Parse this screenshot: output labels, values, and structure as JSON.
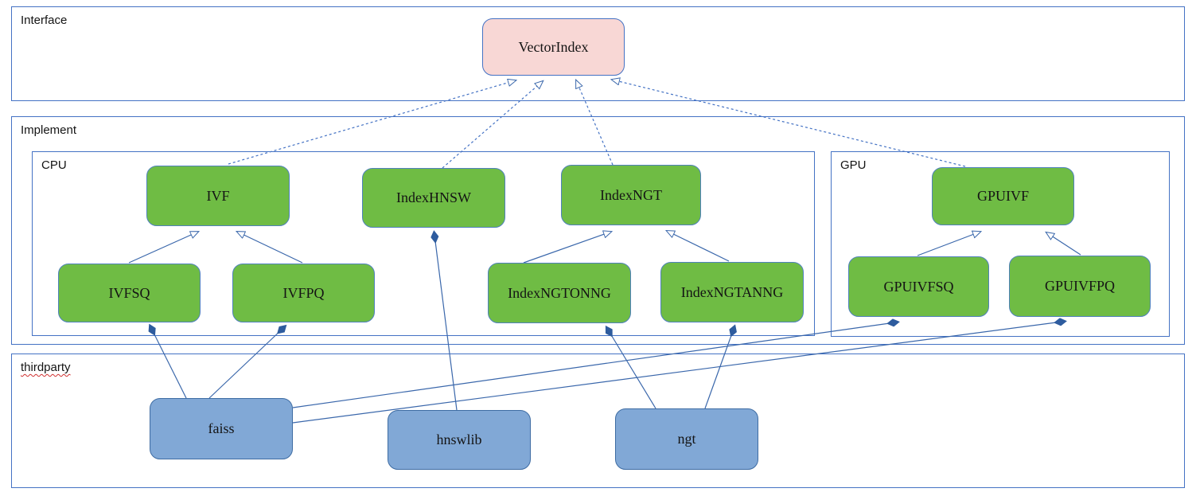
{
  "diagram": {
    "title_none": "",
    "sections": {
      "interface": {
        "label": "Interface"
      },
      "implement": {
        "label": "Implement"
      },
      "cpu": {
        "label": "CPU"
      },
      "gpu": {
        "label": "GPU"
      },
      "thirdparty": {
        "label": "thirdparty"
      }
    },
    "nodes": {
      "vectorindex": {
        "label": "VectorIndex",
        "kind": "interface"
      },
      "ivf": {
        "label": "IVF",
        "kind": "implement-cpu"
      },
      "indexhnsw": {
        "label": "IndexHNSW",
        "kind": "implement-cpu"
      },
      "indexngt": {
        "label": "IndexNGT",
        "kind": "implement-cpu"
      },
      "ivfsq": {
        "label": "IVFSQ",
        "kind": "implement-cpu"
      },
      "ivfpq": {
        "label": "IVFPQ",
        "kind": "implement-cpu"
      },
      "indexngtonng": {
        "label": "IndexNGTONNG",
        "kind": "implement-cpu"
      },
      "indexngtanng": {
        "label": "IndexNGTANNG",
        "kind": "implement-cpu"
      },
      "gpuivf": {
        "label": "GPUIVF",
        "kind": "implement-gpu"
      },
      "gpuivfsq": {
        "label": "GPUIVFSQ",
        "kind": "implement-gpu"
      },
      "gpuivfpq": {
        "label": "GPUIVFPQ",
        "kind": "implement-gpu"
      },
      "faiss": {
        "label": "faiss",
        "kind": "thirdparty"
      },
      "hnswlib": {
        "label": "hnswlib",
        "kind": "thirdparty"
      },
      "ngt": {
        "label": "ngt",
        "kind": "thirdparty"
      }
    },
    "edges": [
      {
        "from": "IVF",
        "to": "VectorIndex",
        "type": "realization-dashed-hollow-arrow"
      },
      {
        "from": "IndexHNSW",
        "to": "VectorIndex",
        "type": "realization-dashed-hollow-arrow"
      },
      {
        "from": "IndexNGT",
        "to": "VectorIndex",
        "type": "realization-dashed-hollow-arrow"
      },
      {
        "from": "GPUIVF",
        "to": "VectorIndex",
        "type": "realization-dashed-hollow-arrow"
      },
      {
        "from": "IVFSQ",
        "to": "IVF",
        "type": "generalization-hollow-arrow"
      },
      {
        "from": "IVFPQ",
        "to": "IVF",
        "type": "generalization-hollow-arrow"
      },
      {
        "from": "IndexNGTONNG",
        "to": "IndexNGT",
        "type": "generalization-hollow-arrow"
      },
      {
        "from": "IndexNGTANNG",
        "to": "IndexNGT",
        "type": "generalization-hollow-arrow"
      },
      {
        "from": "GPUIVFSQ",
        "to": "GPUIVF",
        "type": "generalization-hollow-arrow"
      },
      {
        "from": "GPUIVFPQ",
        "to": "GPUIVF",
        "type": "generalization-hollow-arrow"
      },
      {
        "from": "faiss",
        "to": "IVFSQ",
        "type": "composition-filled-diamond"
      },
      {
        "from": "faiss",
        "to": "IVFPQ",
        "type": "composition-filled-diamond"
      },
      {
        "from": "faiss",
        "to": "GPUIVFSQ",
        "type": "composition-filled-diamond"
      },
      {
        "from": "faiss",
        "to": "GPUIVFPQ",
        "type": "composition-filled-diamond"
      },
      {
        "from": "hnswlib",
        "to": "IndexHNSW",
        "type": "composition-filled-diamond"
      },
      {
        "from": "ngt",
        "to": "IndexNGTONNG",
        "type": "composition-filled-diamond"
      },
      {
        "from": "ngt",
        "to": "IndexNGTANNG",
        "type": "composition-filled-diamond"
      }
    ],
    "colors": {
      "interface_node_fill": "#f8d7d5",
      "implement_node_fill": "#6fbc44",
      "thirdparty_node_fill": "#81a8d6",
      "node_border": "#4f81bd",
      "section_border": "#4472c4",
      "connector": "#3a67ab",
      "spellcheck_underline": "#d03030",
      "text": "#141414"
    }
  }
}
